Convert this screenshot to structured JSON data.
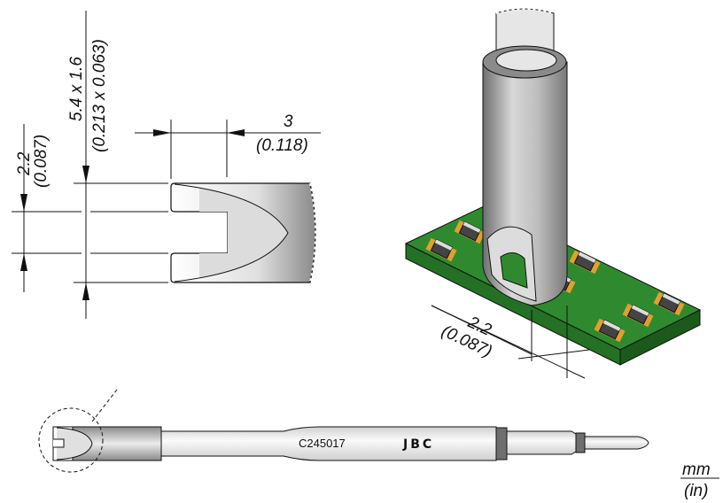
{
  "detail_view": {
    "slot_width": {
      "mm": "2.2",
      "in": "(0.087)"
    },
    "tip_size": {
      "mm": "5.4 x 1.6",
      "in": "(0.213 x 0.063)"
    },
    "slot_depth": {
      "mm": "3",
      "in": "(0.118)"
    }
  },
  "board_view": {
    "tool_width": {
      "mm": "2.2",
      "in": "(0.087)"
    }
  },
  "tip_view": {
    "part_number": "C245017",
    "brand": "JBC"
  },
  "units": {
    "primary": "mm",
    "secondary": "(in)"
  },
  "colors": {
    "pcb": "#2f8a2f",
    "pad": "#e0a030",
    "metal": "#9a9a9a"
  }
}
